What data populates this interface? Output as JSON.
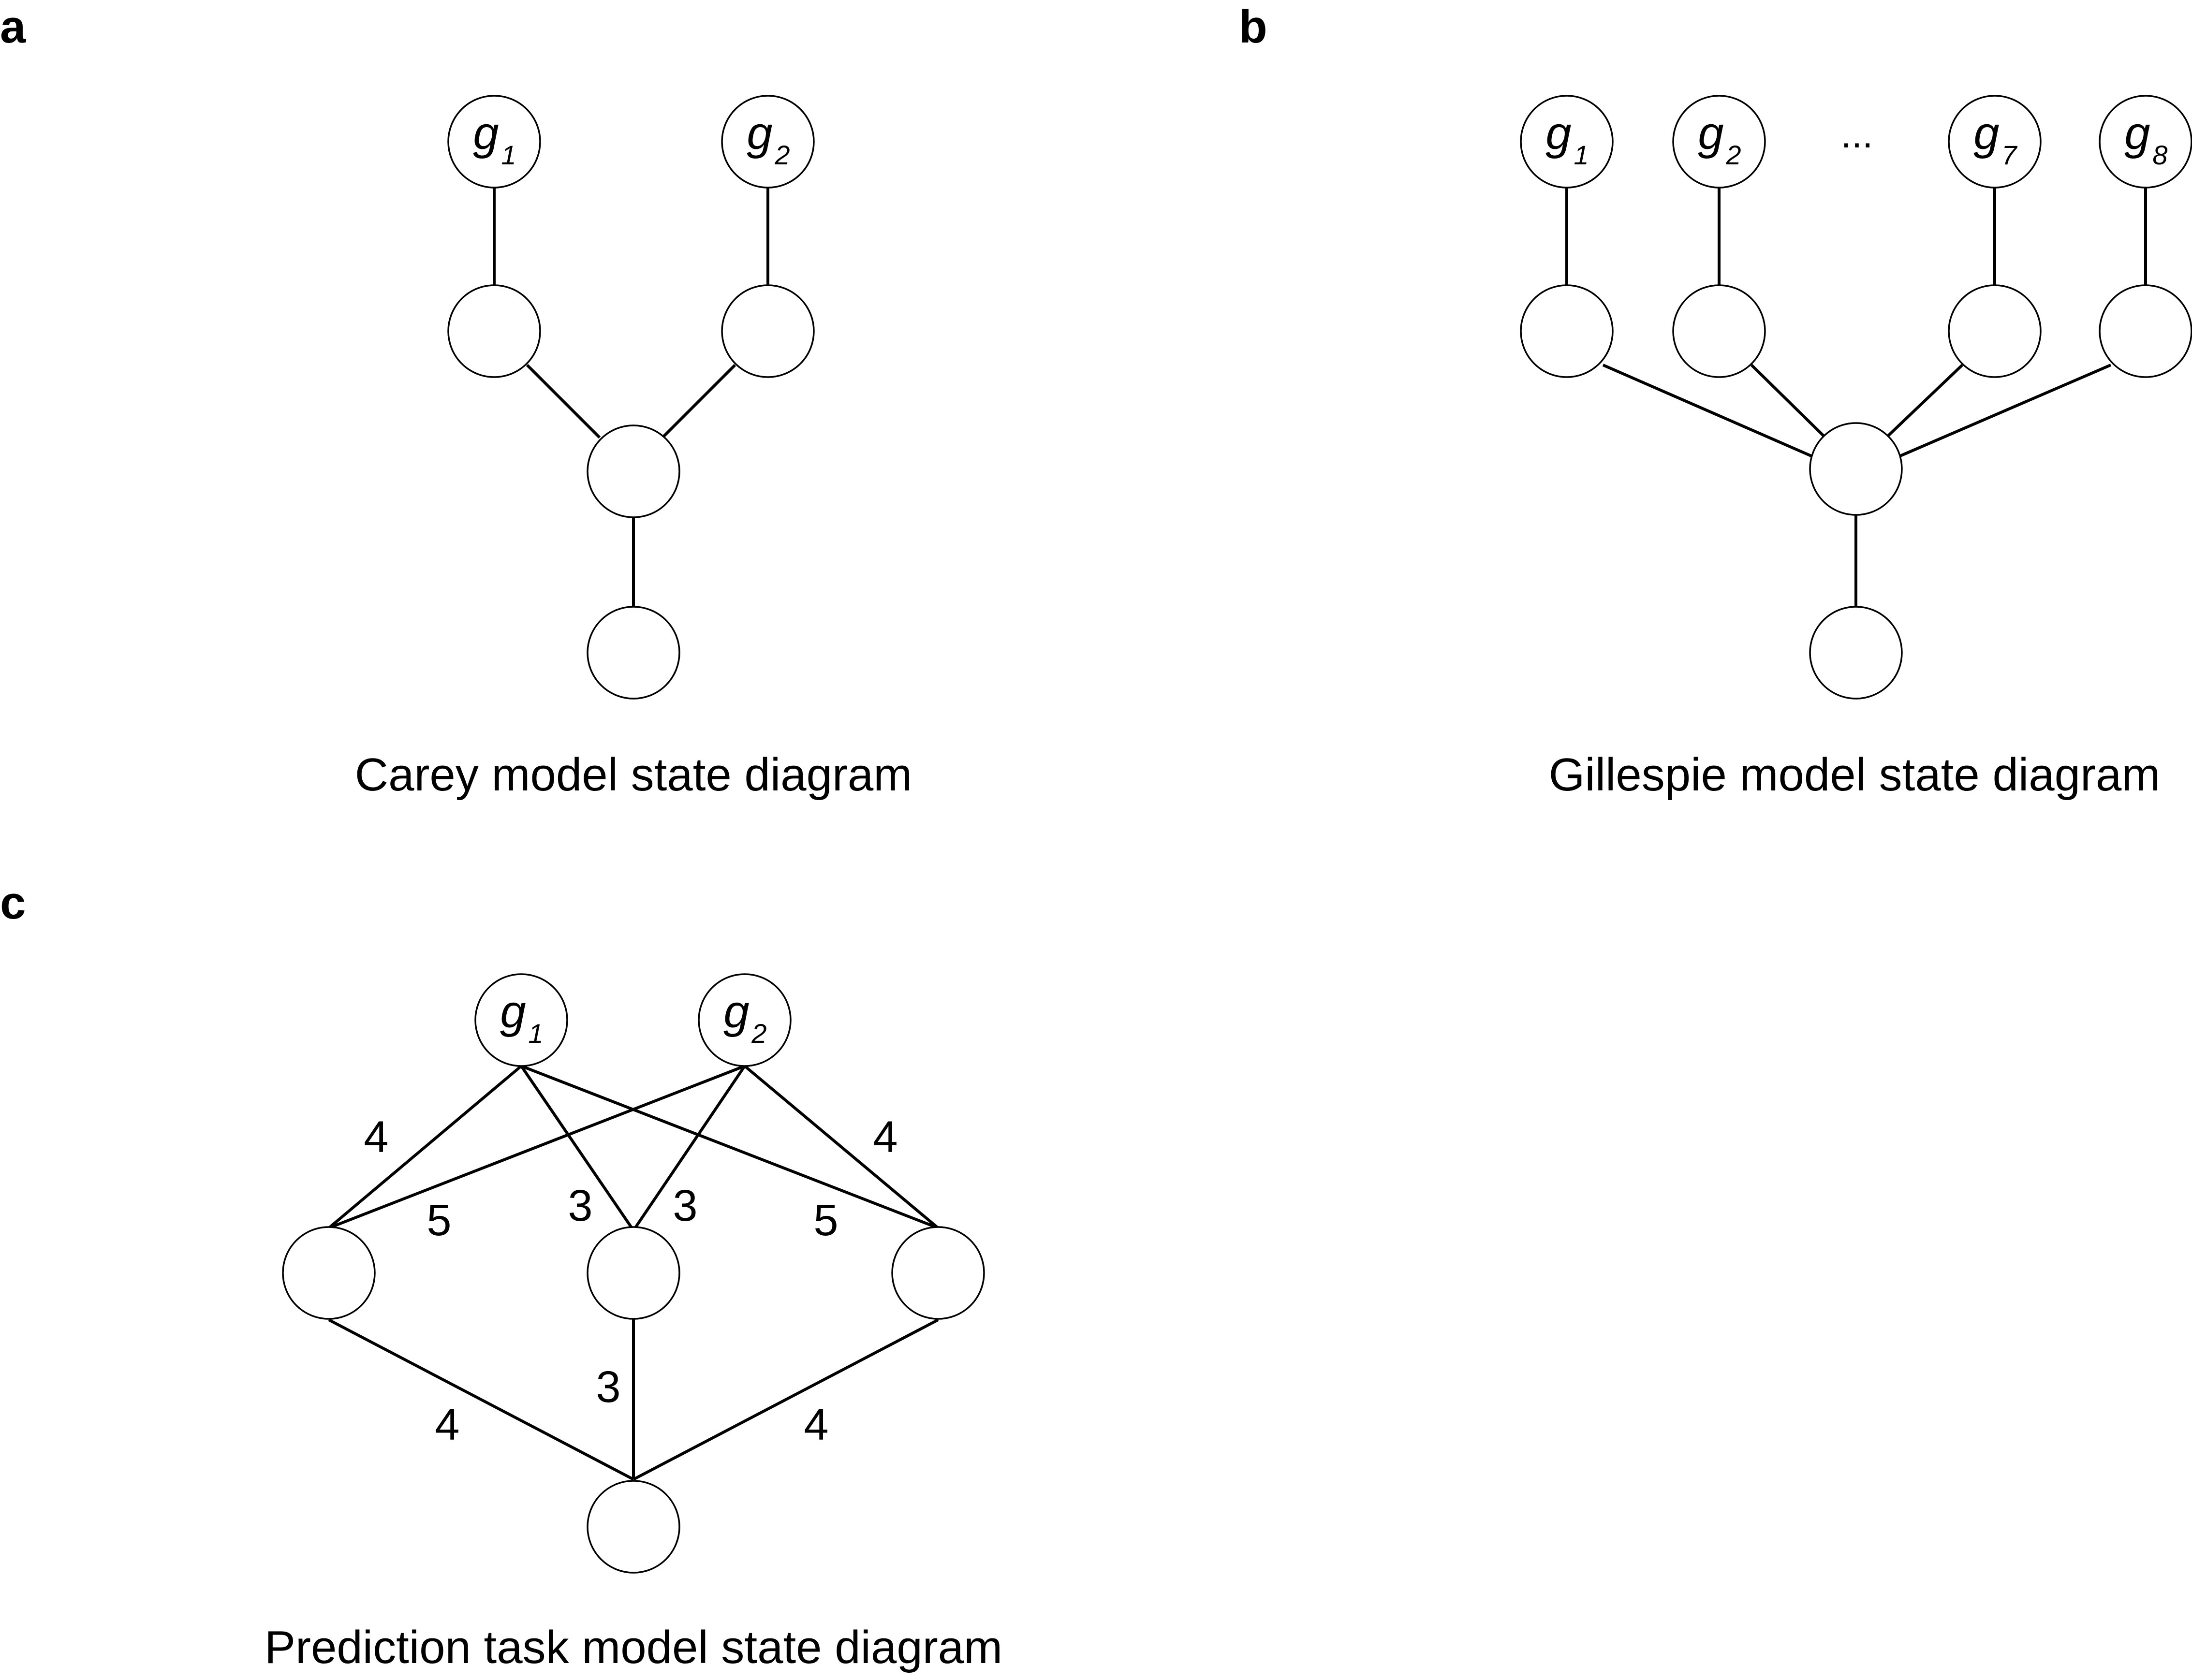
{
  "panels": [
    {
      "id": "a",
      "letter": "a",
      "caption": "Carey model state diagram",
      "inputs": [
        {
          "base": "g",
          "sub": "1"
        },
        {
          "base": "g",
          "sub": "2"
        }
      ]
    },
    {
      "id": "b",
      "letter": "b",
      "caption": "Gillespie model state diagram",
      "inputs": [
        {
          "base": "g",
          "sub": "1"
        },
        {
          "base": "g",
          "sub": "2"
        },
        {
          "base": "g",
          "sub": "7"
        },
        {
          "base": "g",
          "sub": "8"
        }
      ],
      "ellipsis": "..."
    },
    {
      "id": "c",
      "letter": "c",
      "caption": "Prediction task model state diagram",
      "inputs": [
        {
          "base": "g",
          "sub": "1"
        },
        {
          "base": "g",
          "sub": "2"
        }
      ],
      "edge_weights": {
        "g1_left": "4",
        "g2_left": "5",
        "g1_middle": "3",
        "g2_middle": "3",
        "g1_right": "5",
        "g2_right": "4",
        "left_bottom": "4",
        "middle_bottom": "3",
        "right_bottom": "4"
      }
    }
  ]
}
